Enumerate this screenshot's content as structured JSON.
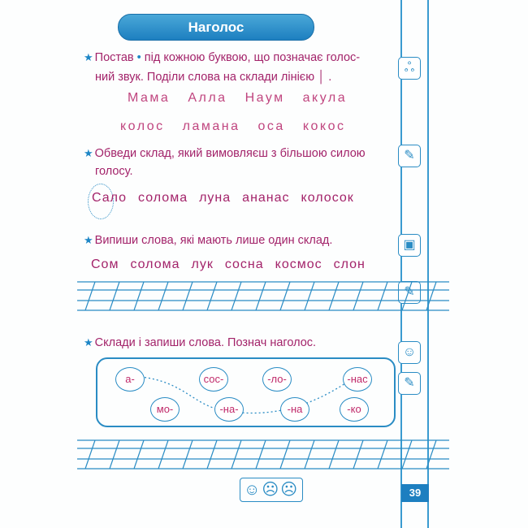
{
  "title": "Наголос",
  "task1": {
    "line1a": "Постав",
    "line1b": "під кожною буквою, що позначає голос-",
    "line2": "ний звук.  Поділи слова на склади лінією │ .",
    "row1": [
      "Мама",
      "Алла",
      "Наум",
      "акула"
    ],
    "row2": [
      "колос",
      "ламана",
      "оса",
      "кокос"
    ]
  },
  "task2": {
    "line1": "Обведи склад, який вимовляєш з більшою силою",
    "line2": "голосу.",
    "words": [
      "Сало",
      "солома",
      "луна",
      "ананас",
      "колосок"
    ]
  },
  "task3": {
    "line1": "Випиши слова, які мають лише один склад.",
    "words": [
      "Сом",
      "солома",
      "лук",
      "сосна",
      "космос",
      "слон"
    ]
  },
  "task4": {
    "line1": "Склади і запиши слова. Познач наголос.",
    "syllables": [
      "а-",
      "сос-",
      "-ло-",
      "-нас",
      "мо-",
      "-на-",
      "-на",
      "-ко"
    ]
  },
  "page_number": "39",
  "colors": {
    "accent": "#1d7fc0",
    "text": "#a3236a"
  }
}
